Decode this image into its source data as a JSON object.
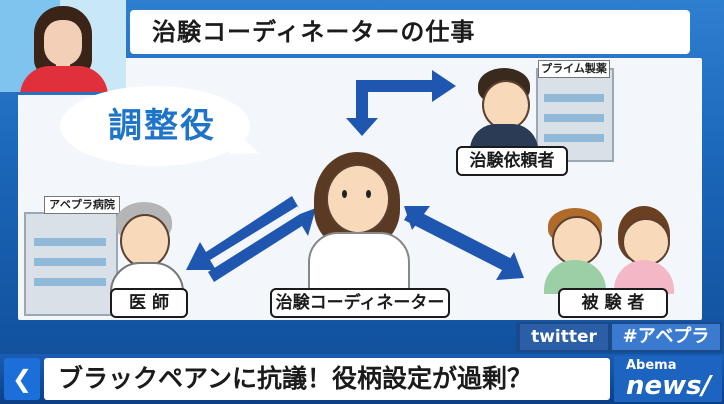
{
  "title": "治験コーディネーターの仕事",
  "bubble": "調整役",
  "hospital_sign": "アベプラ病院",
  "pharma_sign": "プライム製薬",
  "labels": {
    "doctor": "医 師",
    "coordinator": "治験コーディネーター",
    "sponsor": "治験依頼者",
    "subjects": "被 験 者"
  },
  "social": {
    "platform": "twitter",
    "hashtag": "#アベプラ"
  },
  "ticker": "ブラックペアンに抗議！役柄設定が過剰？",
  "logo": {
    "top": "Abema",
    "bottom": "news/"
  },
  "colors": {
    "arrow": "#1f56b0",
    "accent": "#1e74c8",
    "jacket": "#e0303c"
  },
  "icons": [
    "chevron-left-icon",
    "arrow-icon",
    "building-icon"
  ]
}
